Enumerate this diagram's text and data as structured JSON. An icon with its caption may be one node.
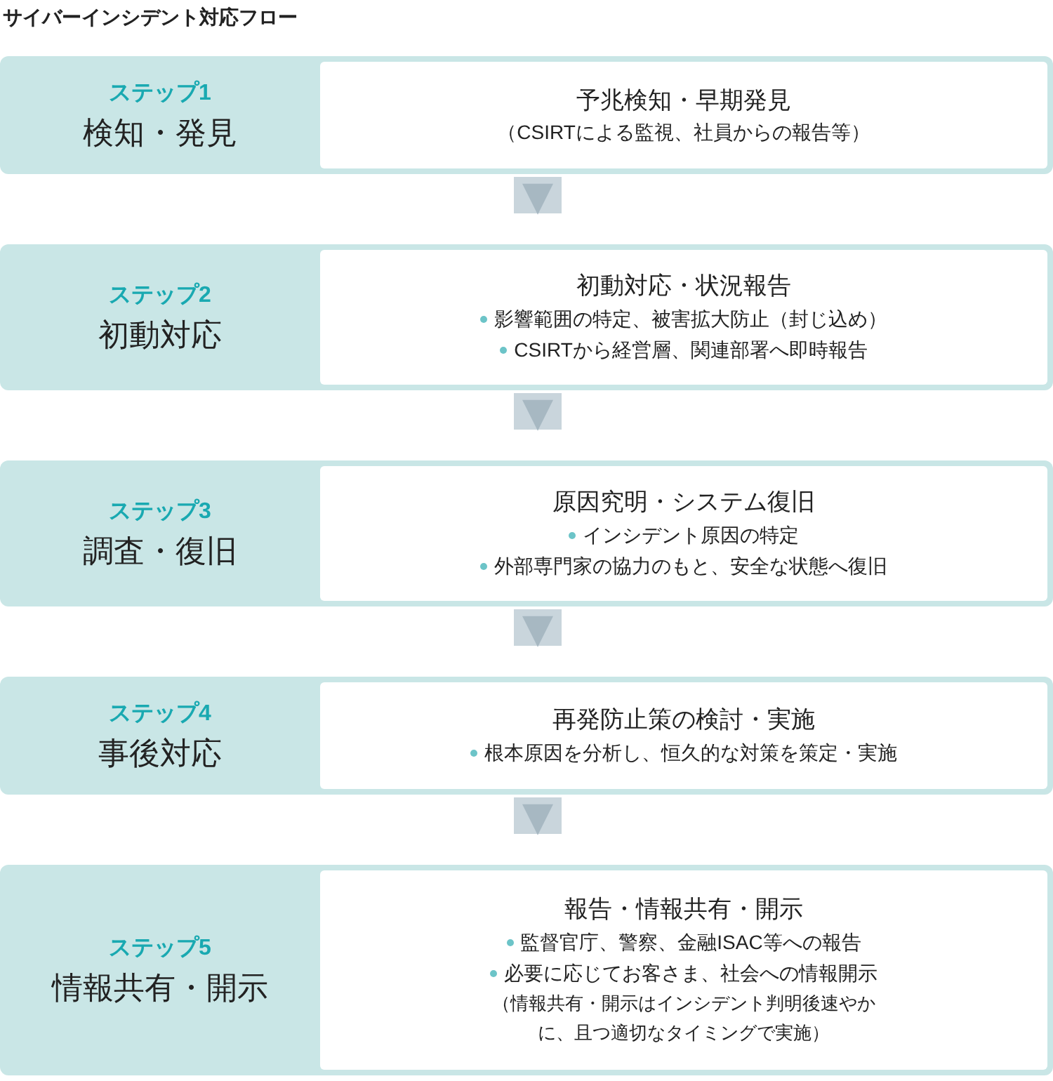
{
  "diagram": {
    "title": "サイバーインシデント対応フロー",
    "nodes": [
      {
        "text": [
          "ステップ1",
          "検知・発見"
        ]
      },
      {
        "text": [
          "予兆検知・早期発見",
          "（CSIRTによる監視、社員からの報告等）"
        ],
        "in": 0
      },
      {
        "text": [
          "ステップ2",
          "初動対応"
        ]
      },
      {
        "text": [
          "初動対応・状況報告",
          "影響範囲の特定、被害拡大防止（封じ込め）",
          "CSIRTから経営層、関連部署へ即時報告"
        ],
        "in": 2
      },
      {
        "text": [
          "ステップ3",
          "調査・復旧"
        ]
      },
      {
        "text": [
          "原因究明・システム復旧",
          "インシデント原因の特定",
          "外部専門家の協力のもと、安全な状態へ復旧"
        ],
        "in": 4
      },
      {
        "text": [
          "ステップ4",
          "事後対応"
        ]
      },
      {
        "text": [
          "再発防止策の検討・実施",
          "根本原因を分析し、恒久的な対策を策定・実施"
        ],
        "in": 6
      },
      {
        "text": [
          "ステップ5",
          "情報共有・開示"
        ]
      },
      {
        "text": [
          "報告・情報共有・開示",
          "監督官庁、警察、金融ISAC等への報告",
          "必要に応じてお客さま、社会への情報開示",
          "（情報共有・開示はインシデント判明後速やかに、且つ適切なタイミングで実施）"
        ],
        "in": 8
      }
    ],
    "edges": [
      {
        "from": 0,
        "to": 2,
        "arrow": "to"
      },
      {
        "from": 2,
        "to": 4,
        "arrow": "to"
      },
      {
        "from": 4,
        "to": 6,
        "arrow": "to"
      },
      {
        "from": 6,
        "to": 8,
        "arrow": "to"
      }
    ]
  }
}
